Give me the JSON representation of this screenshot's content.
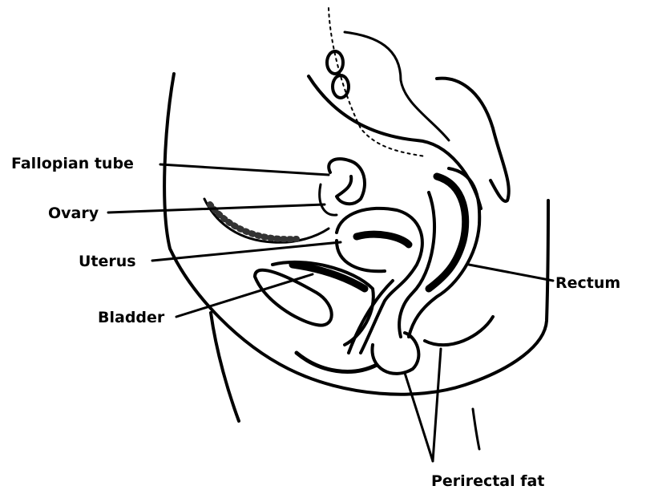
{
  "labels": {
    "fallopian_tube": "Fallopian tube",
    "ovary": "Ovary",
    "uterus": "Uterus",
    "bladder": "Bladder",
    "rectum": "Rectum",
    "perirectal_fat": "Perirectal fat"
  },
  "colors": {
    "ink": "#000000",
    "paper": "#ffffff"
  }
}
